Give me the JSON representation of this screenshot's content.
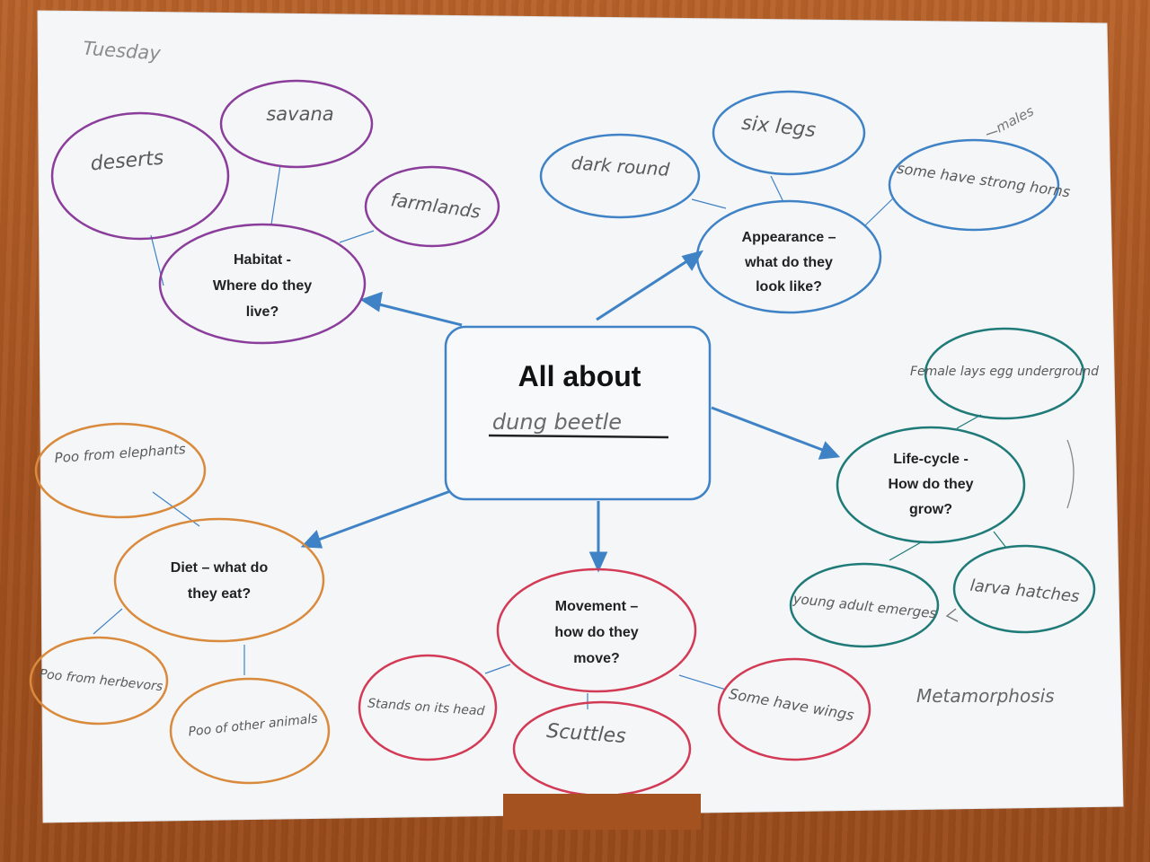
{
  "day": "Tuesday",
  "central": {
    "title": "All about",
    "subject": "dung beetle"
  },
  "colors": {
    "paper": "#f4f6f8",
    "blue": "#3f82c6",
    "purple": "#8a3d9a",
    "teal": "#1f7a78",
    "orange": "#d98a3c",
    "red": "#d23a55",
    "pencil": "#5a5a5a"
  },
  "habitat": {
    "label": [
      "Habitat -",
      "Where do they",
      "live?"
    ],
    "answers": [
      "deserts",
      "savana",
      "farmlands"
    ]
  },
  "appearance": {
    "label": [
      "Appearance –",
      "what do they",
      "look like?"
    ],
    "answers": [
      "dark round",
      "six legs",
      "some have strong horns"
    ],
    "note": "males"
  },
  "lifecycle": {
    "label": [
      "Life-cycle -",
      "How do they",
      "grow?"
    ],
    "answers": [
      "Female lays egg underground",
      "larva hatches",
      "young adult emerges"
    ],
    "note": "Metamorphosis"
  },
  "diet": {
    "label": [
      "Diet – what do",
      "they eat?"
    ],
    "answers": [
      "Poo from elephants",
      "Poo from herbevors",
      "Poo of other animals"
    ]
  },
  "movement": {
    "label": [
      "Movement –",
      "how do they",
      "move?"
    ],
    "answers": [
      "Stands on its head",
      "Scuttles",
      "Some have wings"
    ]
  }
}
